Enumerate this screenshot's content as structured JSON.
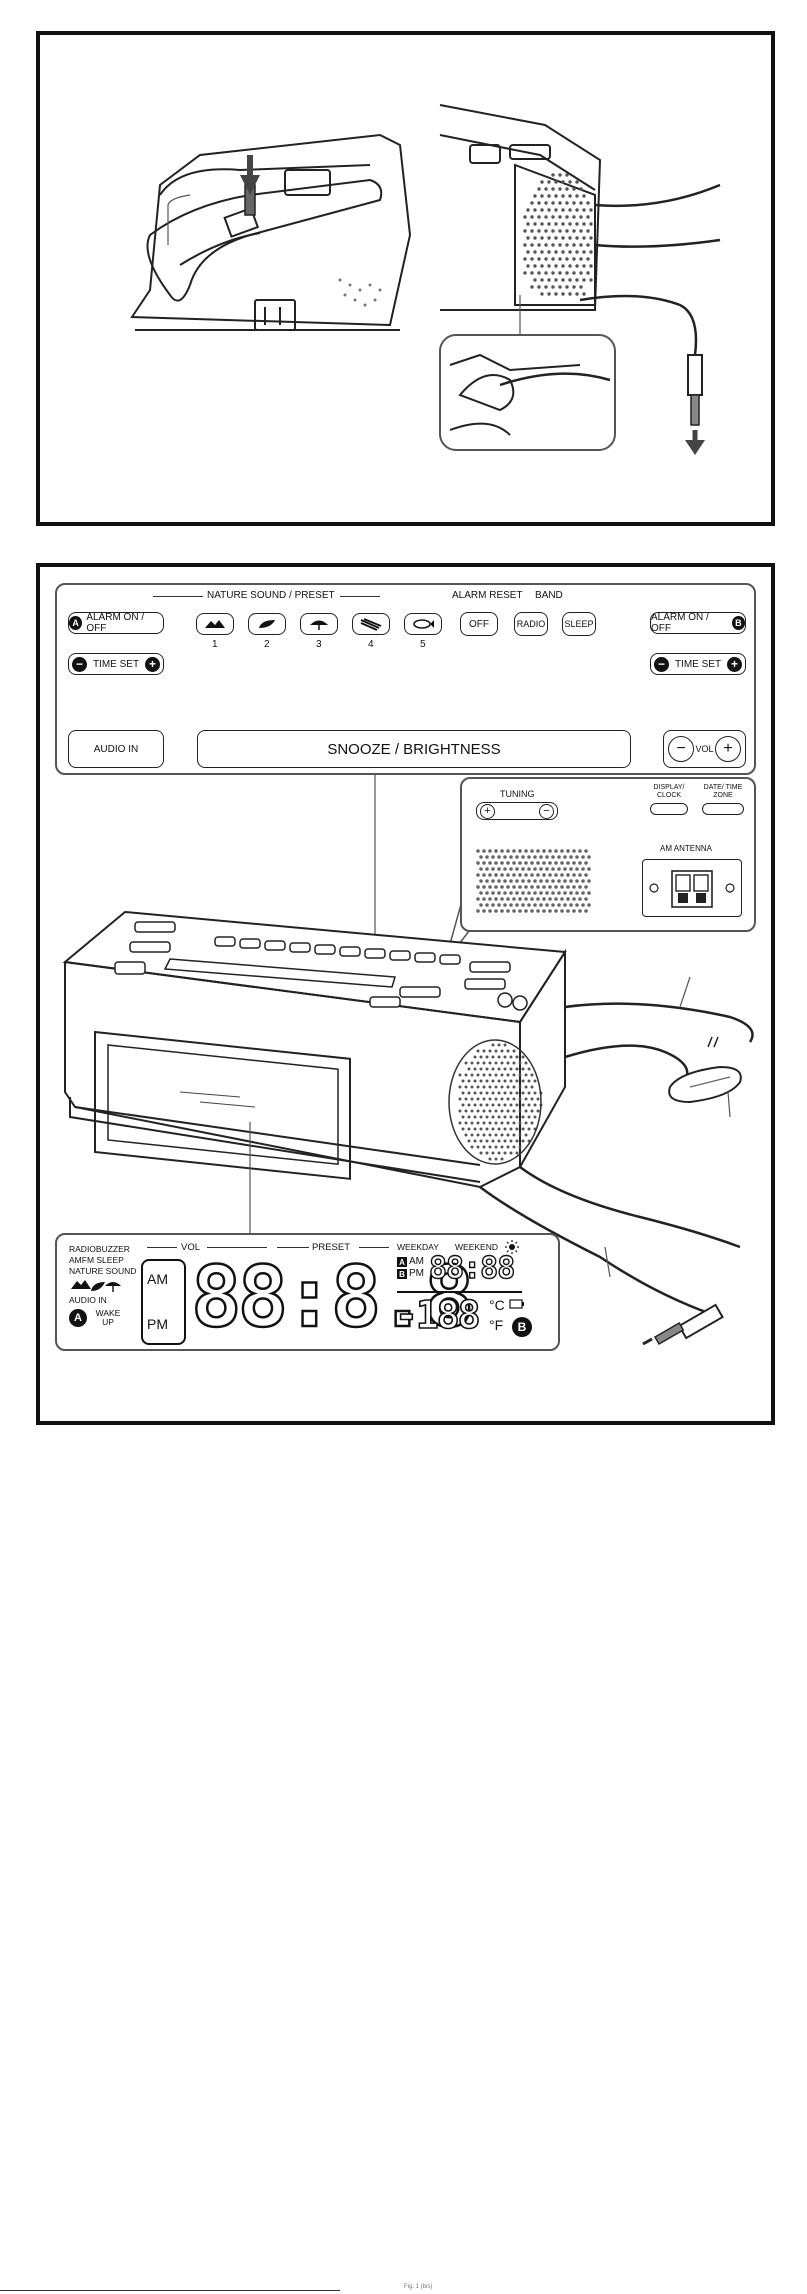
{
  "figure_top": {
    "description_visible": false
  },
  "figure_bottom": {
    "top_panel": {
      "nature_sound_preset_label": "NATURE SOUND / PRESET",
      "alarm_reset_label": "ALARM RESET",
      "band_label": "BAND",
      "alarm_a_button": "ALARM ON / OFF",
      "alarm_a_badge": "A",
      "alarm_b_button": "ALARM ON / OFF",
      "alarm_b_badge": "B",
      "time_set_left": "TIME SET",
      "time_set_right": "TIME SET",
      "preset_numbers": [
        "1",
        "2",
        "3",
        "4",
        "5"
      ],
      "off_button": "OFF",
      "radio_button": "RADIO",
      "sleep_button": "SLEEP",
      "audio_in_button": "AUDIO IN",
      "snooze_button": "SNOOZE / BRIGHTNESS",
      "vol_label": "VOL",
      "minus_sign": "−",
      "plus_sign": "+"
    },
    "back_panel": {
      "tuning_label": "TUNING",
      "display_clock_button": "DISPLAY/ CLOCK",
      "date_time_zone_button": "DATE/ TIME ZONE",
      "am_antenna_label": "AM ANTENNA"
    },
    "lcd": {
      "radio_buzzer": "RADIOBUZZER",
      "amfm_sleep": "AMFM SLEEP",
      "nature_sound": "NATURE SOUND",
      "audio_in": "AUDIO IN",
      "wake_up": "WAKE UP",
      "vol": "VOL",
      "preset": "PRESET",
      "weekday": "WEEKDAY",
      "weekend": "WEEKEND",
      "am": "AM",
      "pm": "PM",
      "main_digits": "88:8.8",
      "small_am": "AM",
      "small_pm": "PM",
      "small_a": "A",
      "small_b": "B",
      "small_digits": "88:88",
      "temp_digits": "-188",
      "deg_c": "°C",
      "deg_f": "°F",
      "badge_a": "A",
      "badge_b": "B"
    }
  },
  "footer": {
    "text": "Fig. 1 (bis)"
  }
}
